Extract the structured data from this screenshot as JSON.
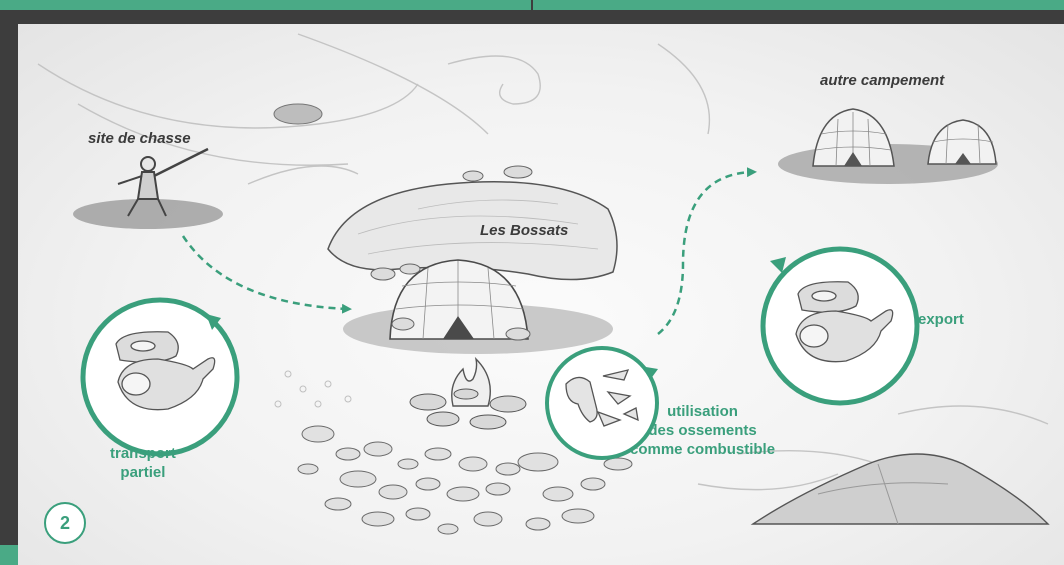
{
  "labels": {
    "hunting_site": "site de chasse",
    "other_camp": "autre campement",
    "main_site": "Les Bossats",
    "partial_transport": [
      "transport",
      "partiel"
    ],
    "export": "export",
    "bone_fuel": [
      "utilisation",
      "des ossements",
      "comme combustible"
    ]
  },
  "figure_number": "2",
  "colors": {
    "accent": "#3a9f7c",
    "frame": "#3d3d3d",
    "top_band": "#4aaa86",
    "paper": "#f4f4f4"
  },
  "icons": [
    "hunter-figure",
    "tent-icon",
    "meat-icon",
    "ham-icon",
    "bones-icon",
    "fire-icon",
    "rock-shelter",
    "stones",
    "rock-pile",
    "wind-swirls"
  ]
}
